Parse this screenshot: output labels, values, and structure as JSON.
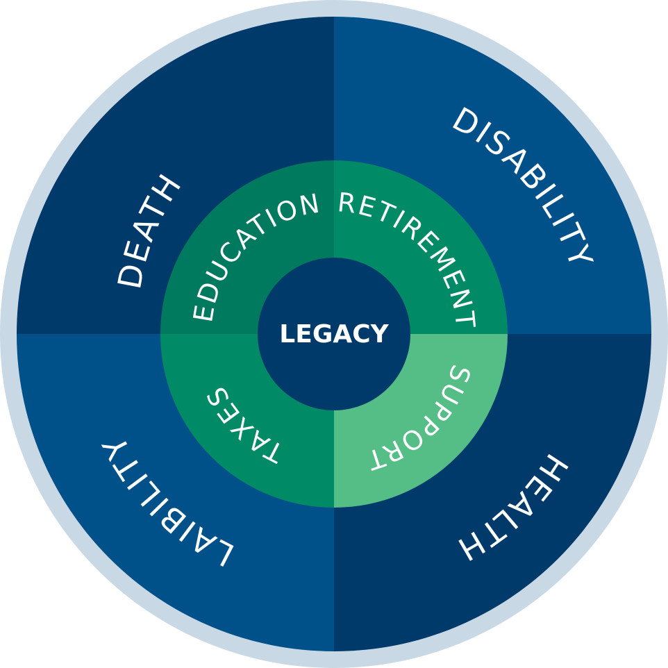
{
  "colors": {
    "rim": "#c9d8e5",
    "outer_dark": "#003a6b",
    "outer_mid": "#00508a",
    "inner_dark": "#007a5f",
    "inner_mid": "#008a66",
    "inner_light": "#55bd86",
    "center": "#003a6b",
    "text": "#ffffff"
  },
  "outer_ring": [
    {
      "label": "DEATH",
      "quadrant": "top-left",
      "shade": "outer_dark"
    },
    {
      "label": "DISABILITY",
      "quadrant": "top-right",
      "shade": "outer_mid"
    },
    {
      "label": "HEALTH",
      "quadrant": "bottom-right",
      "shade": "outer_dark"
    },
    {
      "label": "LAIBILITY",
      "quadrant": "bottom-left",
      "shade": "outer_mid"
    }
  ],
  "inner_ring": [
    {
      "label": "EDUCATION",
      "quadrant": "top-left",
      "shade": "inner_dark"
    },
    {
      "label": "RETIREMENT",
      "quadrant": "top-right",
      "shade": "inner_mid"
    },
    {
      "label": "SUPPORT",
      "quadrant": "bottom-right",
      "shade": "inner_light"
    },
    {
      "label": "TAXES",
      "quadrant": "bottom-left",
      "shade": "inner_mid"
    }
  ],
  "center": {
    "label": "LEGACY"
  }
}
